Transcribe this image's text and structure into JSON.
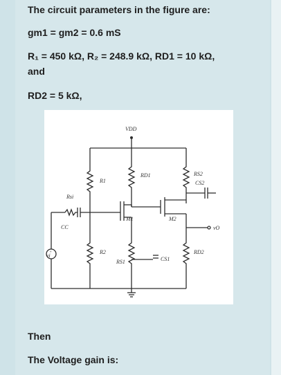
{
  "text": {
    "heading": "The circuit parameters in the figure are:",
    "gm_line": "gm1 = gm2 = 0.6 mS",
    "r_line": "R₁ = 450 kΩ, R₂ = 248.9 kΩ, RD1 = 10 kΩ,",
    "and": "and",
    "rd2_line": "RD2 = 5 kΩ,",
    "then": "Then",
    "question": "The Voltage gain is:"
  },
  "figure": {
    "vdd": "VDD",
    "r1": "R1",
    "rsi": "Rsi",
    "cc": "CC",
    "r2": "R2",
    "m1": "M1",
    "rd1": "RD1",
    "rs1": "RS1",
    "cs1": "CS1",
    "m2": "M2",
    "rs2": "RS2",
    "cs2": "CS2",
    "rd2": "RD2",
    "vo": "vO",
    "vi": "vi"
  }
}
